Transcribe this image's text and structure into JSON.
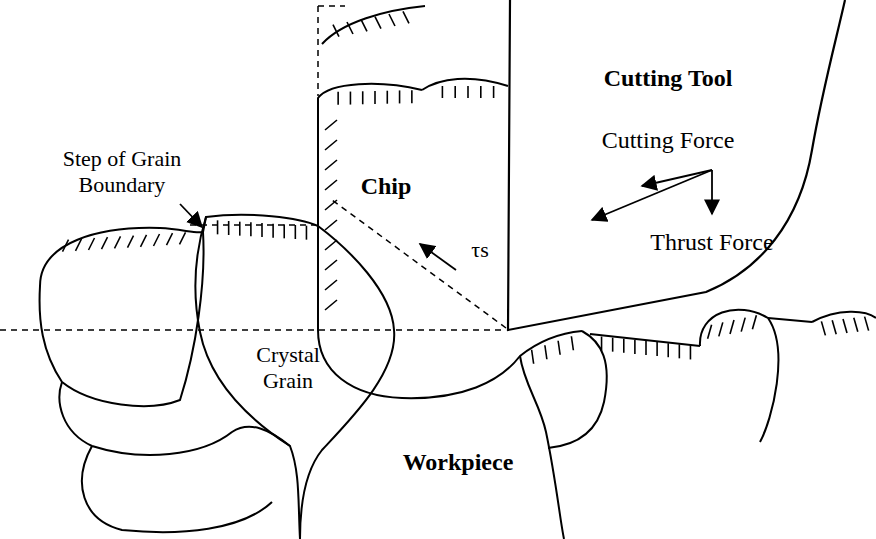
{
  "diagram": {
    "nodes": [
      {
        "text": [
          "Cutting Tool"
        ]
      },
      {
        "text": [
          "Chip"
        ]
      },
      {
        "text": [
          "Crystal Grain"
        ]
      },
      {
        "text": [
          "Workpiece"
        ]
      }
    ],
    "labels": [
      "Step of Grain Boundary",
      "Cutting Force",
      "Thrust Force",
      "τs"
    ]
  }
}
